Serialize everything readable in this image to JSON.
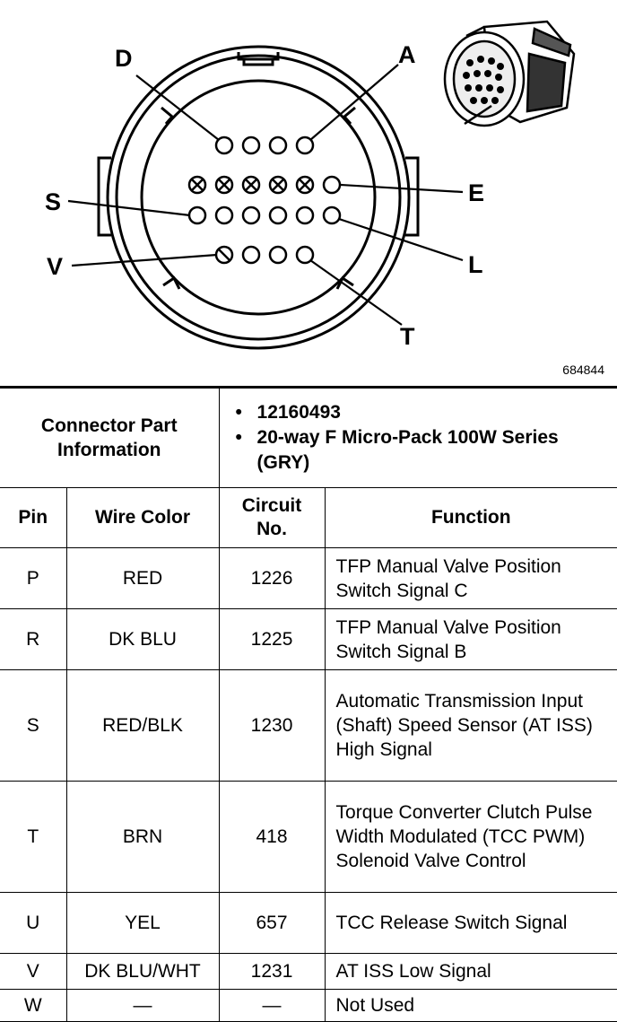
{
  "diagram": {
    "figure_id": "684844",
    "pin_labels": [
      "D",
      "A",
      "S",
      "E",
      "V",
      "L",
      "T"
    ]
  },
  "info": {
    "header": "Connector Part Information",
    "items": [
      "12160493",
      "20-way F Micro-Pack 100W Series (GRY)"
    ]
  },
  "table": {
    "columns": [
      "Pin",
      "Wire Color",
      "Circuit No.",
      "Function"
    ],
    "rows": [
      {
        "pin": "P",
        "wire": "RED",
        "circuit": "1226",
        "function": "TFP Manual Valve Position Switch Signal C"
      },
      {
        "pin": "R",
        "wire": "DK BLU",
        "circuit": "1225",
        "function": "TFP Manual Valve Position Switch Signal B"
      },
      {
        "pin": "S",
        "wire": "RED/BLK",
        "circuit": "1230",
        "function": "Automatic Transmission Input (Shaft) Speed Sensor (AT ISS) High Signal"
      },
      {
        "pin": "T",
        "wire": "BRN",
        "circuit": "418",
        "function": "Torque Converter Clutch Pulse Width Modulated (TCC PWM) Solenoid Valve Control"
      },
      {
        "pin": "U",
        "wire": "YEL",
        "circuit": "657",
        "function": "TCC Release Switch Signal"
      },
      {
        "pin": "V",
        "wire": "DK BLU/WHT",
        "circuit": "1231",
        "function": "AT ISS Low Signal"
      },
      {
        "pin": "W",
        "wire": "—",
        "circuit": "—",
        "function": "Not Used"
      }
    ]
  }
}
